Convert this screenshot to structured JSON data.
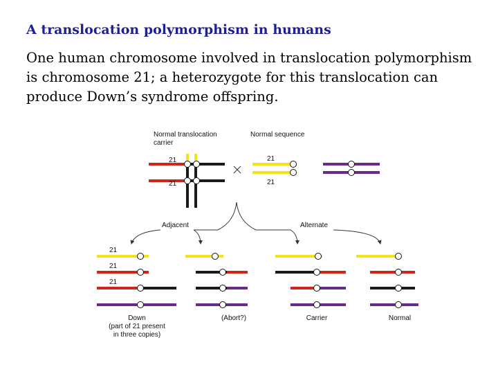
{
  "title": "A translocation polymorphism in humans",
  "paragraph": "One human chromosome involved in translocation polymorphism is chromosome 21; a heterozygote for this translocation can produce Down’s syndrome offspring.",
  "figure": {
    "carrier_label_1": "Normal translocation",
    "carrier_label_2": "carrier",
    "normal_label": "Normal sequence",
    "chr21": "21",
    "adjacent": "Adjacent",
    "alternate": "Alternate",
    "down_1": "Down",
    "down_2": "(part of 21 present",
    "down_3": "in three copies)",
    "abort": "(Abort?)",
    "carrier": "Carrier",
    "normal": "Normal"
  },
  "colors": {
    "yellow": "#f2e21c",
    "red": "#d0261c",
    "black": "#1a1a1a",
    "purple": "#6a2a8a",
    "title": "#1f1f8f"
  }
}
